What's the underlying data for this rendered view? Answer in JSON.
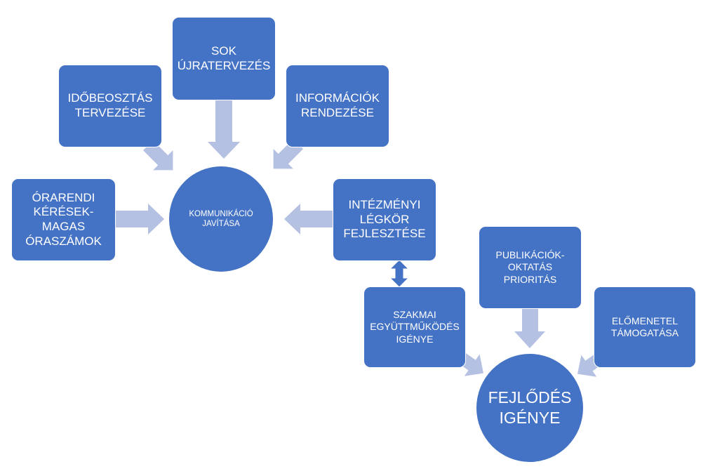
{
  "colors": {
    "node_fill": "#4472c4",
    "arrow_fill": "#b4c1e3",
    "double_arrow_fill": "#4472c4",
    "text": "#ffffff"
  },
  "diagram": {
    "hub_communication": "KOMMUNIKÁCIÓ\nJAVÍTÁSA",
    "hub_development": "FEJLŐDÉS\nIGÉNYE",
    "box_sok": "SOK\nÚJRATERVEZÉS",
    "box_idobeosztas": "IDŐBEOSZTÁS\nTERVEZÉSE",
    "box_informaciok": "INFORMÁCIÓK\nRENDEZÉSE",
    "box_orarendi": "ÓRARENDI\nKÉRÉSEK-\nMAGAS\nÓRASZÁMOK",
    "box_intezmenyi": "INTÉZMÉNYI\nLÉGKÖR\nFEJLESZTÉSE",
    "box_szakmai": "SZAKMAI\nEGYÜTTMŰKÖDÉS\nIGÉNYE",
    "box_publikaciok": "PUBLIKÁCIÓK-\nOKTATÁS\nPRIORITÁS",
    "box_elomenetel": "ELŐMENETEL\nTÁMOGATÁSA"
  }
}
